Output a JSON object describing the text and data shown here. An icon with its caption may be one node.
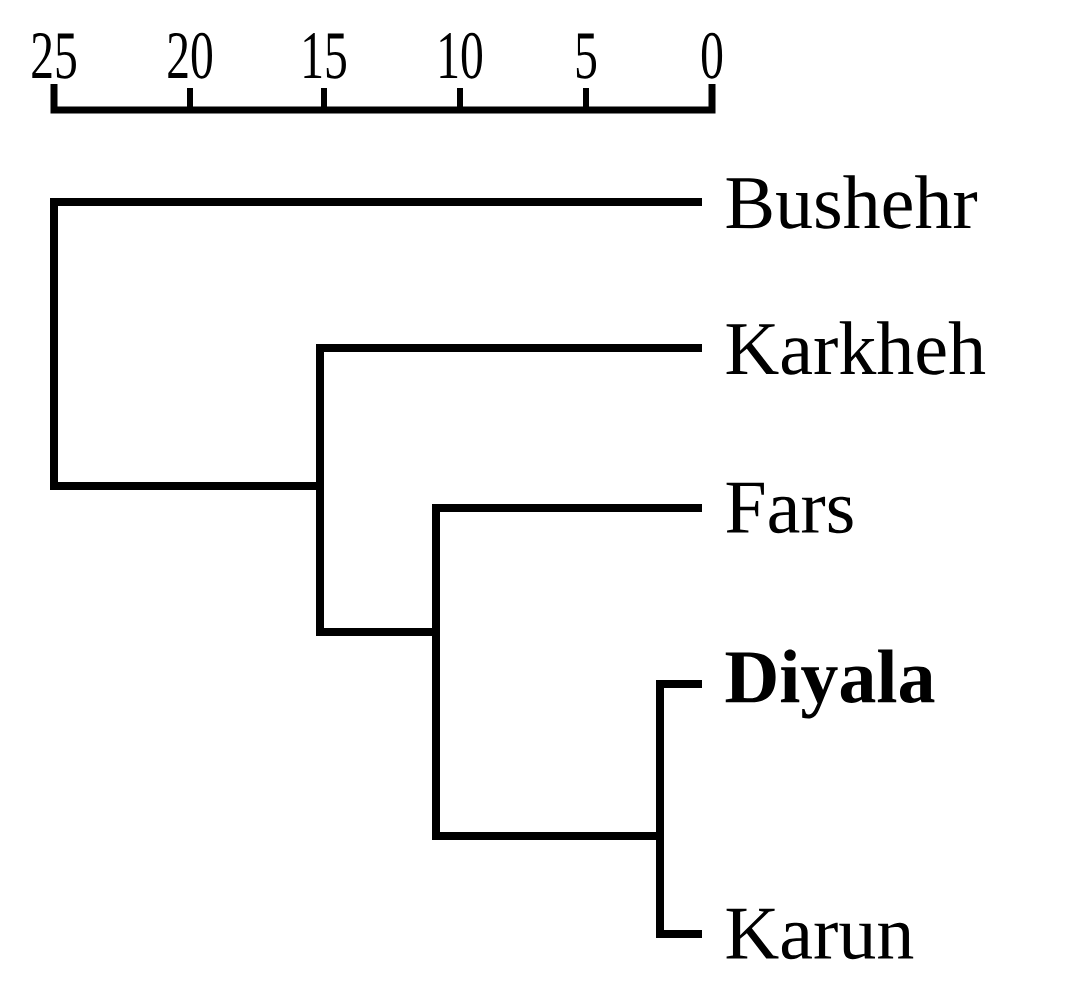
{
  "diagram": {
    "labels": [
      "25",
      "20",
      "15",
      "10",
      "5",
      "0",
      "Bushehr",
      "Karkheh",
      "Fars",
      "Diyala",
      "Karun"
    ]
  }
}
